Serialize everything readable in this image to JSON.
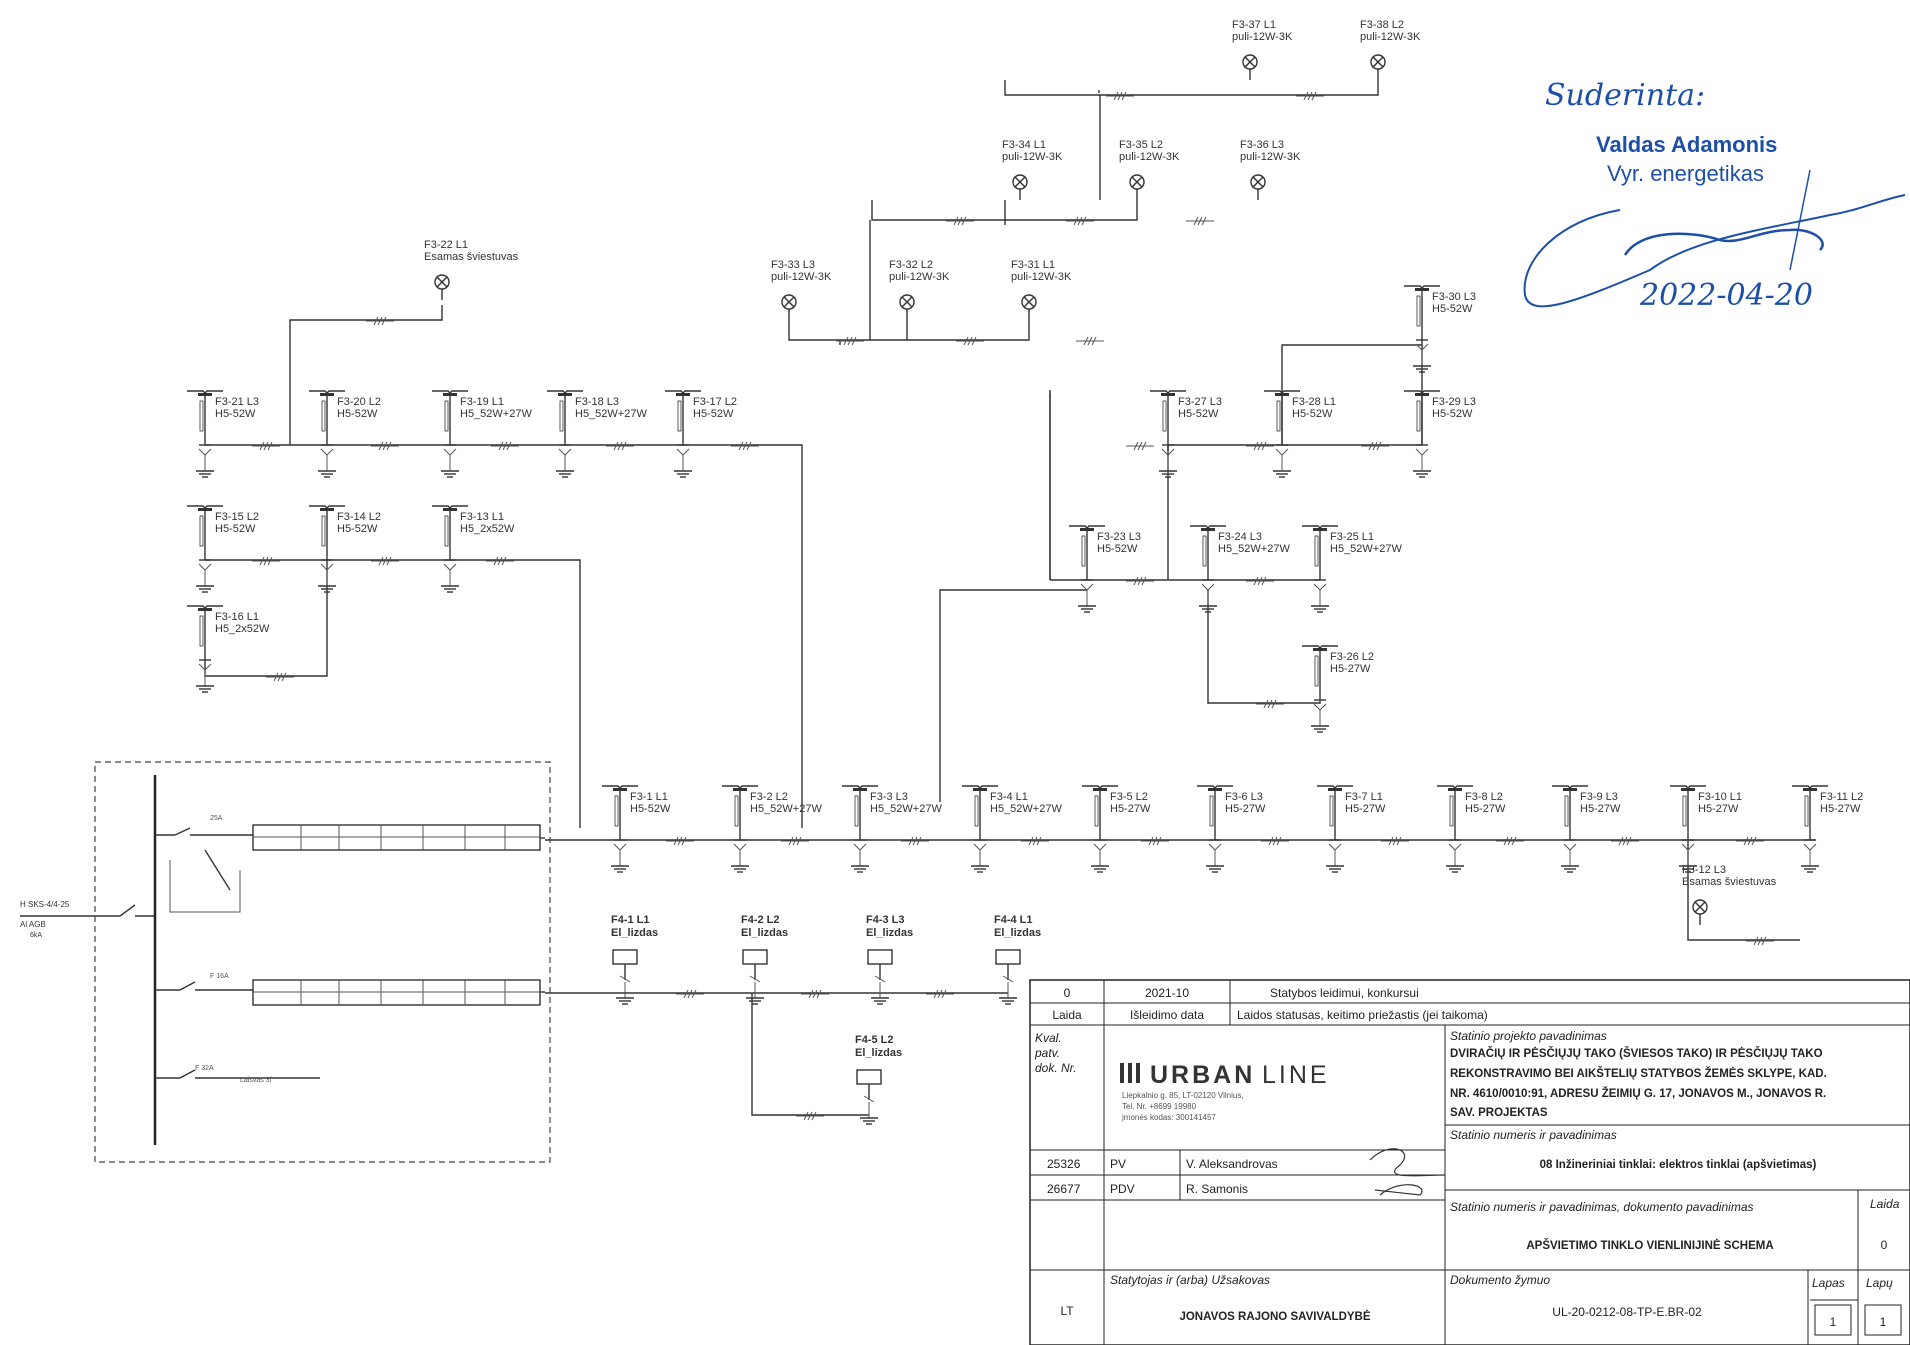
{
  "stamp": {
    "title": "Suderinta:",
    "name": "Valdas Adamonis",
    "position": "Vyr. energetikas",
    "date": "2022-04-20"
  },
  "feed": {
    "cable": "H SKS-4/4-25",
    "breaker": "Al AGB",
    "rating": "6kA"
  },
  "luminaires": [
    {
      "id": "F3-37 L1",
      "type": "puli-12W-3K"
    },
    {
      "id": "F3-38 L2",
      "type": "puli-12W-3K"
    },
    {
      "id": "F3-34 L1",
      "type": "puli-12W-3K"
    },
    {
      "id": "F3-35 L2",
      "type": "puli-12W-3K"
    },
    {
      "id": "F3-36 L3",
      "type": "puli-12W-3K"
    },
    {
      "id": "F3-33 L3",
      "type": "puli-12W-3K"
    },
    {
      "id": "F3-32 L2",
      "type": "puli-12W-3K"
    },
    {
      "id": "F3-31 L1",
      "type": "puli-12W-3K"
    },
    {
      "id": "F3-22 L1",
      "type": "Esamas šviestuvas"
    },
    {
      "id": "F3-21 L3",
      "type": "H5-52W"
    },
    {
      "id": "F3-20 L2",
      "type": "H5-52W"
    },
    {
      "id": "F3-19 L1",
      "type": "H5_52W+27W"
    },
    {
      "id": "F3-18 L3",
      "type": "H5_52W+27W"
    },
    {
      "id": "F3-17 L2",
      "type": "H5-52W"
    },
    {
      "id": "F3-15 L2",
      "type": "H5-52W"
    },
    {
      "id": "F3-14 L2",
      "type": "H5-52W"
    },
    {
      "id": "F3-13 L1",
      "type": "H5_2x52W"
    },
    {
      "id": "F3-16 L1",
      "type": "H5_2x52W"
    },
    {
      "id": "F3-30 L3",
      "type": "H5-52W"
    },
    {
      "id": "F3-27 L3",
      "type": "H5-52W"
    },
    {
      "id": "F3-28 L1",
      "type": "H5-52W"
    },
    {
      "id": "F3-29 L3",
      "type": "H5-52W"
    },
    {
      "id": "F3-23 L3",
      "type": "H5-52W"
    },
    {
      "id": "F3-24 L3",
      "type": "H5_52W+27W"
    },
    {
      "id": "F3-25 L1",
      "type": "H5_52W+27W"
    },
    {
      "id": "F3-26 L2",
      "type": "H5-27W"
    },
    {
      "id": "F3-1 L1",
      "type": "H5-52W"
    },
    {
      "id": "F3-2 L2",
      "type": "H5_52W+27W"
    },
    {
      "id": "F3-3 L3",
      "type": "H5_52W+27W"
    },
    {
      "id": "F3-4 L1",
      "type": "H5_52W+27W"
    },
    {
      "id": "F3-5 L2",
      "type": "H5-27W"
    },
    {
      "id": "F3-6 L3",
      "type": "H5-27W"
    },
    {
      "id": "F3-7 L1",
      "type": "H5-27W"
    },
    {
      "id": "F3-8 L2",
      "type": "H5-27W"
    },
    {
      "id": "F3-9 L3",
      "type": "H5-27W"
    },
    {
      "id": "F3-10 L1",
      "type": "H5-27W"
    },
    {
      "id": "F3-11 L2",
      "type": "H5-27W"
    },
    {
      "id": "F3-12 L3",
      "type": "Esamas šviestuvas"
    }
  ],
  "sockets": [
    {
      "id": "F4-1 L1",
      "type": "El_lizdas"
    },
    {
      "id": "F4-2 L2",
      "type": "El_lizdas"
    },
    {
      "id": "F4-3 L3",
      "type": "El_lizdas"
    },
    {
      "id": "F4-4 L1",
      "type": "El_lizdas"
    },
    {
      "id": "F4-5 L2",
      "type": "El_lizdas"
    }
  ],
  "title_block": {
    "rev_no": "0",
    "rev_date": "2021-10",
    "rev_status": "Statybos leidimui, konkursui",
    "h_laida": "Laida",
    "h_date": "Išleidimo data",
    "h_status": "Laidos statusas, keitimo priežastis (jei taikoma)",
    "project_name_label": "Statinio projekto pavadinimas",
    "project_name_l1": "DVIRAČIŲ IR PĖSČIŲJŲ TAKO (ŠVIESOS TAKO) IR PĖSČIŲJŲ TAKO",
    "project_name_l2": "REKONSTRAVIMO BEI AIKŠTELIŲ STATYBOS ŽEMĖS SKLYPE, KAD.",
    "project_name_l3": "NR. 4610/0010:91, ADRESU ŽEIMIŲ G. 17, JONAVOS M., JONAVOS R.",
    "project_name_l4": "SAV. PROJEKTAS",
    "kval_l1": "Kval.",
    "kval_l2": "patv.",
    "kval_l3": "dok. Nr.",
    "company_bold": "URBAN",
    "company_light": "LINE",
    "company_addr": "Liepkalnio g. 85, LT-02120 Vilnius,",
    "company_tel": "Tel. Nr. +8699 19980",
    "company_code": "įmonės kodas: 300141457",
    "structure_label": "Statinio numeris ir pavadinimas",
    "structure_value": "08 Inžineriniai tinklai: elektros tinklai (apšvietimas)",
    "doc_label": "Statinio numeris ir pavadinimas, dokumento pavadinimas",
    "doc_title": "APŠVIETIMO TINKLO VIENLINIJINĖ SCHEMA",
    "laida_label": "Laida",
    "laida_value": "0",
    "person1_no": "25326",
    "person1_role": "PV",
    "person1_name": "V. Aleksandrovas",
    "person2_no": "26677",
    "person2_role": "PDV",
    "person2_name": "R. Samonis",
    "client_label": "Statytojas ir (arba) Užsakovas",
    "client_name": "JONAVOS RAJONO SAVIVALDYBĖ",
    "country": "LT",
    "doc_no_label": "Dokumento žymuo",
    "doc_no": "UL-20-0212-08-TP-E.BR-02",
    "lapas_label": "Lapas",
    "lapas": "1",
    "lapu_label": "Lapų",
    "lapu": "1"
  }
}
